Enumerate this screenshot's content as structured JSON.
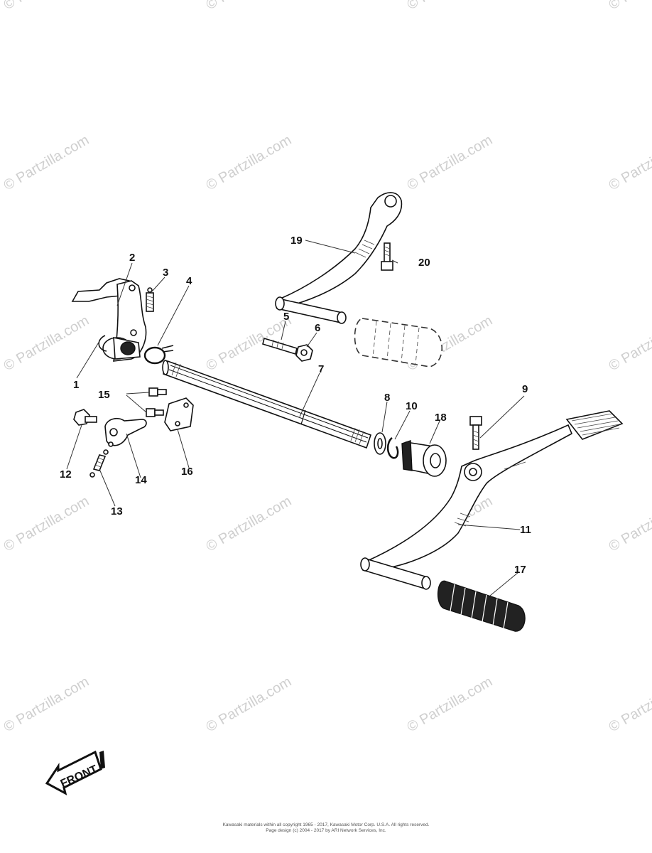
{
  "watermark": "© Partzilla.com",
  "callouts": [
    "1",
    "2",
    "3",
    "4",
    "5",
    "6",
    "7",
    "8",
    "9",
    "10",
    "11",
    "12",
    "13",
    "14",
    "15",
    "16",
    "17",
    "18",
    "19",
    "20"
  ],
  "front_label": "FRONT",
  "footer": {
    "line1": "Kawasaki materials within all copyright 1965 - 2017, Kawasaki Motor Corp. U.S.A. All rights reserved.",
    "line2": "Page design (c) 2004 - 2017 by ARI Network Services, Inc."
  }
}
